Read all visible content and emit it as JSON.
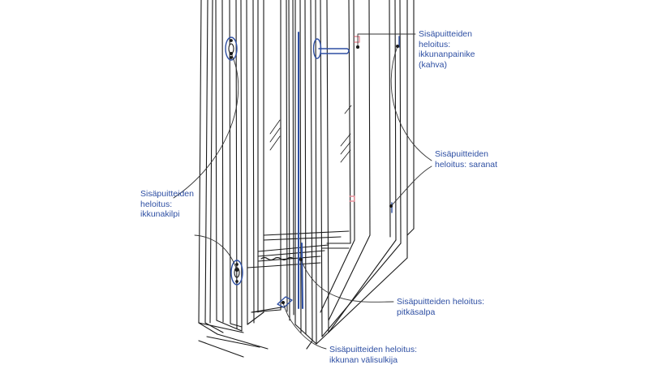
{
  "colors": {
    "line": "#1a1a1a",
    "accent": "#2e4fa3",
    "marker": "#e8919b",
    "background": "#ffffff"
  },
  "labels": {
    "handle": [
      "Sisäpuitteiden",
      "heloitus:",
      "ikkunanpainike",
      "(kahva)"
    ],
    "hinges": [
      "Sisäpuitteiden",
      "heloitus: saranat"
    ],
    "plate": [
      "Sisäpuitteiden",
      "heloitus:",
      "ikkunakilpi"
    ],
    "bolt": [
      "Sisäpuitteiden heloitus:",
      "pitkäsalpa"
    ],
    "latch": [
      "Sisäpuitteiden heloitus:",
      "ikkunan välisulkija"
    ]
  }
}
